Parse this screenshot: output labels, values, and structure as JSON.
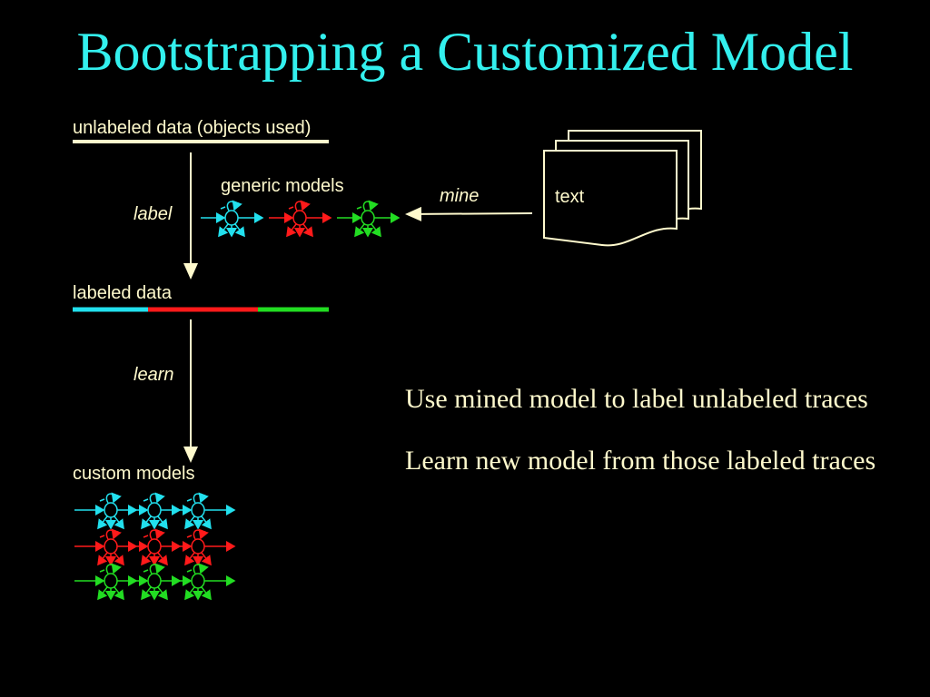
{
  "slide": {
    "title": "Bootstrapping a Customized Model",
    "labels": {
      "unlabeled": "unlabeled data (objects used)",
      "generic": "generic models",
      "label_step": "label",
      "mine_step": "mine",
      "text_doc": "text",
      "labeled": "labeled data",
      "learn_step": "learn",
      "custom": "custom models"
    },
    "bullets": [
      "Use mined model to label unlabeled traces",
      "Learn new model from those labeled traces"
    ]
  },
  "colors": {
    "title": "#33f0ee",
    "text": "#fffacd",
    "cyan": "#22e0ee",
    "red": "#ff1a1a",
    "green": "#22dd22"
  }
}
